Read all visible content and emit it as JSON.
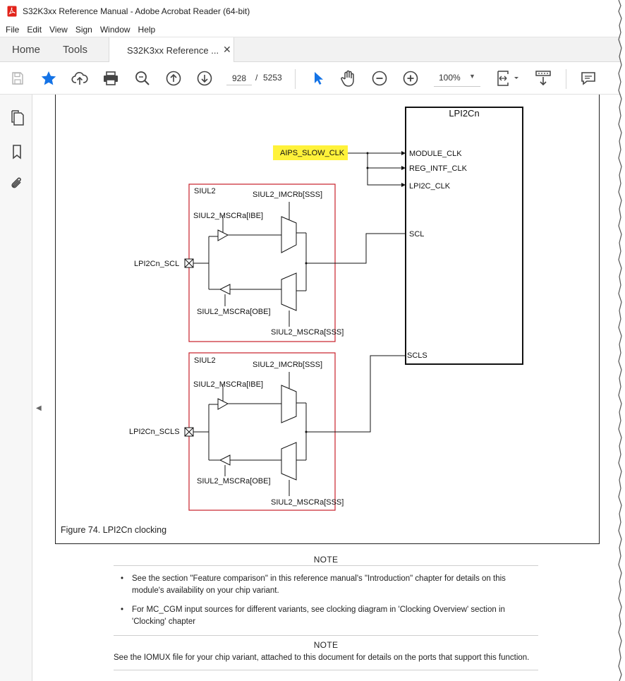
{
  "window": {
    "title": "S32K3xx Reference Manual - Adobe Acrobat Reader (64-bit)"
  },
  "menu": [
    "File",
    "Edit",
    "View",
    "Sign",
    "Window",
    "Help"
  ],
  "tabs": {
    "home": "Home",
    "tools": "Tools",
    "document": "S32K3xx Reference ...",
    "close_glyph": "✕"
  },
  "toolbar": {
    "current_page": "928",
    "page_separator": "/",
    "total_pages": "5253",
    "zoom": "100%"
  },
  "figure": {
    "lpi2c_block": "LPI2Cn",
    "clock_source": "AIPS_SLOW_CLK",
    "module_clk": "MODULE_CLK",
    "reg_intf_clk": "REG_INTF_CLK",
    "lpi2c_clk": "LPI2C_CLK",
    "scl_port": "SCL",
    "scls_port": "SCLS",
    "siul2_top": {
      "label": "SIUL2",
      "imcr": "SIUL2_IMCRb[SSS]",
      "ibe": "SIUL2_MSCRa[IBE]",
      "obe": "SIUL2_MSCRa[OBE]",
      "sss": "SIUL2_MSCRa[SSS]",
      "pin": "LPI2Cn_SCL"
    },
    "siul2_bottom": {
      "label": "SIUL2",
      "imcr": "SIUL2_IMCRb[SSS]",
      "ibe": "SIUL2_MSCRa[IBE]",
      "obe": "SIUL2_MSCRa[OBE]",
      "sss": "SIUL2_MSCRa[SSS]",
      "pin": "LPI2Cn_SCLS"
    },
    "caption": "Figure 74.  LPI2Cn clocking"
  },
  "notes": [
    {
      "title": "NOTE",
      "bullets": [
        "See the section \"Feature comparison\" in this reference manual's \"Introduction\" chapter for details on this module's availability on your chip variant.",
        "For MC_CGM input sources for different variants, see clocking diagram in 'Clocking Overview' section in 'Clocking' chapter"
      ]
    },
    {
      "title": "NOTE",
      "text": "See the IOMUX file for your chip variant, attached to this document for details on the ports that support this function."
    }
  ],
  "colors": {
    "highlight": "#fff23a",
    "siul2_border": "#c8202a",
    "accent_blue": "#1473e6",
    "pdf_red": "#e2231a"
  }
}
